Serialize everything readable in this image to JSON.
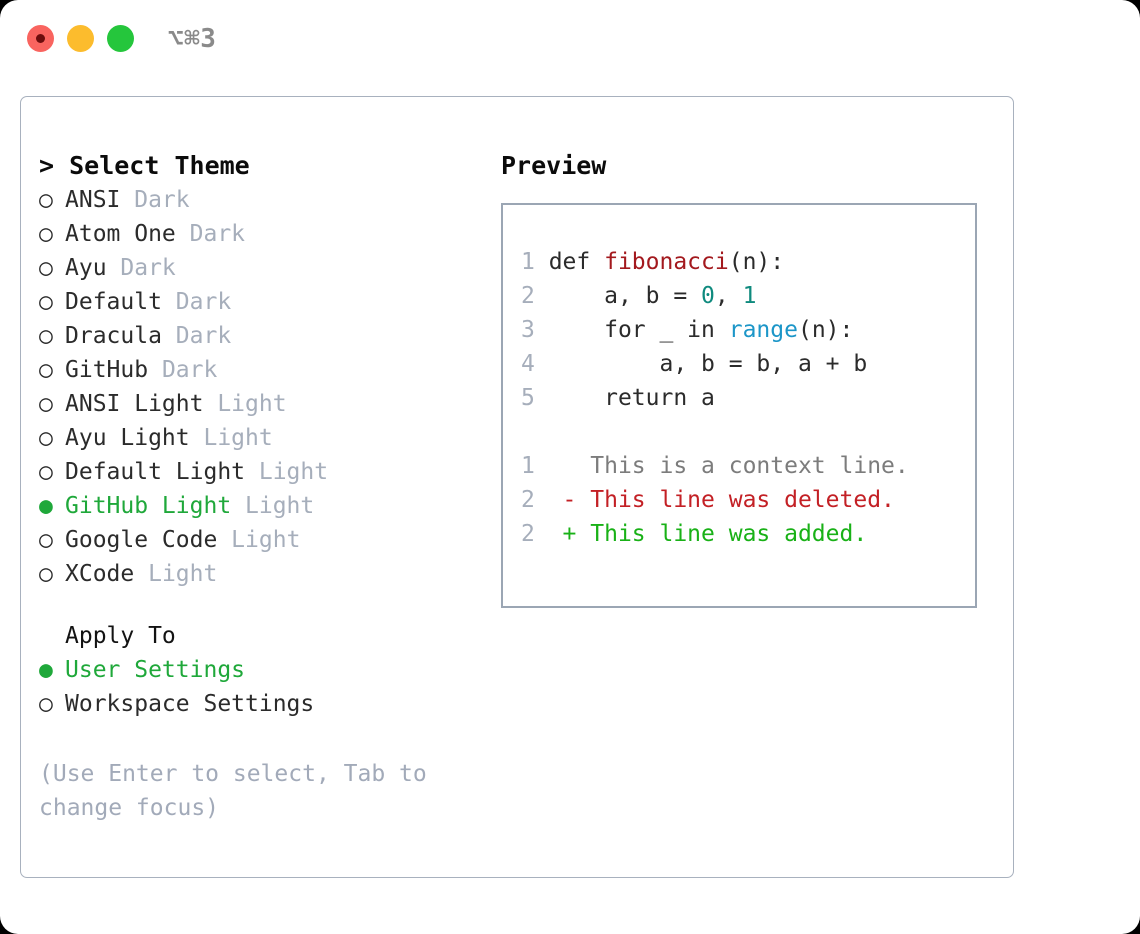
{
  "titlebar": {
    "shortcut": "⌥⌘3",
    "buttons": [
      {
        "name": "close",
        "color": "#f9645f"
      },
      {
        "name": "minimize",
        "color": "#fcbc2d"
      },
      {
        "name": "zoom",
        "color": "#25c63c"
      }
    ]
  },
  "theme_picker": {
    "heading": "> Select Theme",
    "marker_unselected": "○",
    "marker_selected": "●",
    "accent_color": "#1fa83a",
    "items": [
      {
        "label": "ANSI",
        "tag": "Dark",
        "selected": false
      },
      {
        "label": "Atom One",
        "tag": "Dark",
        "selected": false
      },
      {
        "label": "Ayu",
        "tag": "Dark",
        "selected": false
      },
      {
        "label": "Default",
        "tag": "Dark",
        "selected": false
      },
      {
        "label": "Dracula",
        "tag": "Dark",
        "selected": false
      },
      {
        "label": "GitHub",
        "tag": "Dark",
        "selected": false
      },
      {
        "label": "ANSI Light",
        "tag": "Light",
        "selected": false
      },
      {
        "label": "Ayu Light",
        "tag": "Light",
        "selected": false
      },
      {
        "label": "Default Light",
        "tag": "Light",
        "selected": false
      },
      {
        "label": "GitHub Light",
        "tag": "Light",
        "selected": true
      },
      {
        "label": "Google Code",
        "tag": "Light",
        "selected": false
      },
      {
        "label": "XCode",
        "tag": "Light",
        "selected": false
      }
    ]
  },
  "apply_to": {
    "heading": "Apply To",
    "items": [
      {
        "label": "User Settings",
        "selected": true
      },
      {
        "label": "Workspace Settings",
        "selected": false
      }
    ]
  },
  "hint": "(Use Enter to select, Tab to change focus)",
  "preview": {
    "heading": "Preview",
    "code_lines": [
      {
        "num": "1",
        "tokens": [
          {
            "t": "def ",
            "c": "kw"
          },
          {
            "t": "fibonacci",
            "c": "fn"
          },
          {
            "t": "(n):",
            "c": "plain"
          }
        ]
      },
      {
        "num": "2",
        "tokens": [
          {
            "t": "    a, b = ",
            "c": "plain"
          },
          {
            "t": "0",
            "c": "num"
          },
          {
            "t": ", ",
            "c": "plain"
          },
          {
            "t": "1",
            "c": "num"
          }
        ]
      },
      {
        "num": "3",
        "tokens": [
          {
            "t": "    for _ in ",
            "c": "kw"
          },
          {
            "t": "range",
            "c": "call"
          },
          {
            "t": "(n):",
            "c": "plain"
          }
        ]
      },
      {
        "num": "4",
        "tokens": [
          {
            "t": "        a, b = b, a + b",
            "c": "plain"
          }
        ]
      },
      {
        "num": "5",
        "tokens": [
          {
            "t": "    return a",
            "c": "kw"
          }
        ]
      }
    ],
    "diff_lines": [
      {
        "num": "1",
        "tokens": [
          {
            "t": "   This is a context line.",
            "c": "ctx"
          }
        ]
      },
      {
        "num": "2",
        "tokens": [
          {
            "t": " - This line was deleted.",
            "c": "del"
          }
        ]
      },
      {
        "num": "2",
        "tokens": [
          {
            "t": " + This line was added.",
            "c": "add"
          }
        ]
      }
    ]
  }
}
